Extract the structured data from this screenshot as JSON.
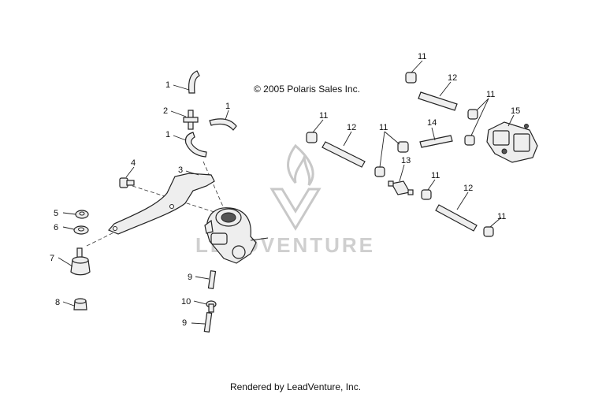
{
  "copyright": "© 2005 Polaris Sales Inc.",
  "footer": "Rendered by LeadVenture, Inc.",
  "watermark": "LEADVENTURE",
  "callouts": [
    {
      "id": "c1a",
      "label": "1"
    },
    {
      "id": "c1b",
      "label": "1"
    },
    {
      "id": "c1c",
      "label": "1"
    },
    {
      "id": "c2",
      "label": "2"
    },
    {
      "id": "c3",
      "label": "3"
    },
    {
      "id": "c4",
      "label": "4"
    },
    {
      "id": "c5",
      "label": "5"
    },
    {
      "id": "c6",
      "label": "6"
    },
    {
      "id": "c7",
      "label": "7"
    },
    {
      "id": "c8",
      "label": "8"
    },
    {
      "id": "c9a",
      "label": "9"
    },
    {
      "id": "c9b",
      "label": "9"
    },
    {
      "id": "c10",
      "label": "10"
    },
    {
      "id": "c11a",
      "label": "11"
    },
    {
      "id": "c11b",
      "label": "11"
    },
    {
      "id": "c11c",
      "label": "11"
    },
    {
      "id": "c11d",
      "label": "11"
    },
    {
      "id": "c11e",
      "label": "11"
    },
    {
      "id": "c11f",
      "label": "11"
    },
    {
      "id": "c12a",
      "label": "12"
    },
    {
      "id": "c12b",
      "label": "12"
    },
    {
      "id": "c12c",
      "label": "12"
    },
    {
      "id": "c13",
      "label": "13"
    },
    {
      "id": "c14",
      "label": "14"
    },
    {
      "id": "c15",
      "label": "15"
    }
  ]
}
